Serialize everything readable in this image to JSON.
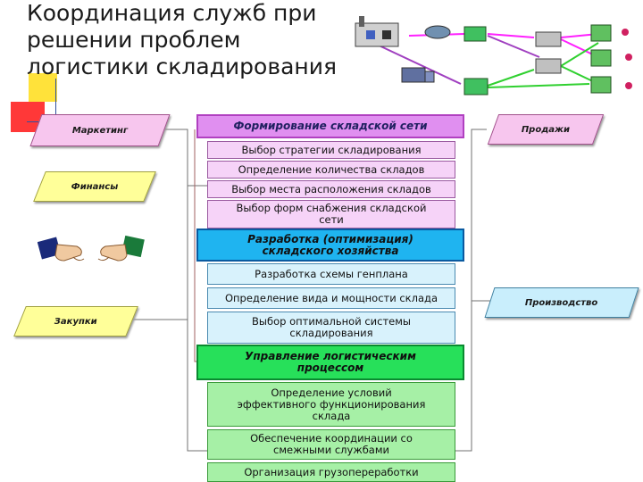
{
  "title": "Координация служб при решении проблем логистики складирования",
  "departments": {
    "marketing": "Маркетинг",
    "finance": "Финансы",
    "purchasing": "Закупки",
    "sales": "Продажи",
    "production": "Производство"
  },
  "sections": [
    {
      "header": "Формирование складской сети",
      "items": [
        "Выбор стратегии складирования",
        "Определение количества складов",
        "Выбор места расположения складов",
        "Выбор форм снабжения складской сети"
      ]
    },
    {
      "header": "Разработка (оптимизация) складского хозяйства",
      "items": [
        "Разработка схемы генплана",
        "Определение вида и мощности склада",
        "Выбор оптимальной системы складирования"
      ]
    },
    {
      "header": "Управление логистическим процессом",
      "items": [
        "Определение условий эффективного функционирования склада",
        "Обеспечение координации со смежными службами",
        "Организация грузопереработки"
      ]
    }
  ],
  "colors": {
    "pink_header": "#e08ff0",
    "blue_header": "#1fb4f0",
    "green_header": "#27e05a",
    "department_yellow": "#ffff99",
    "department_pink": "#f7c6ee",
    "department_blue": "#c9eefc"
  },
  "decorations": {
    "handshake": "handshake-icon",
    "network": "logistics-network-illustration"
  }
}
